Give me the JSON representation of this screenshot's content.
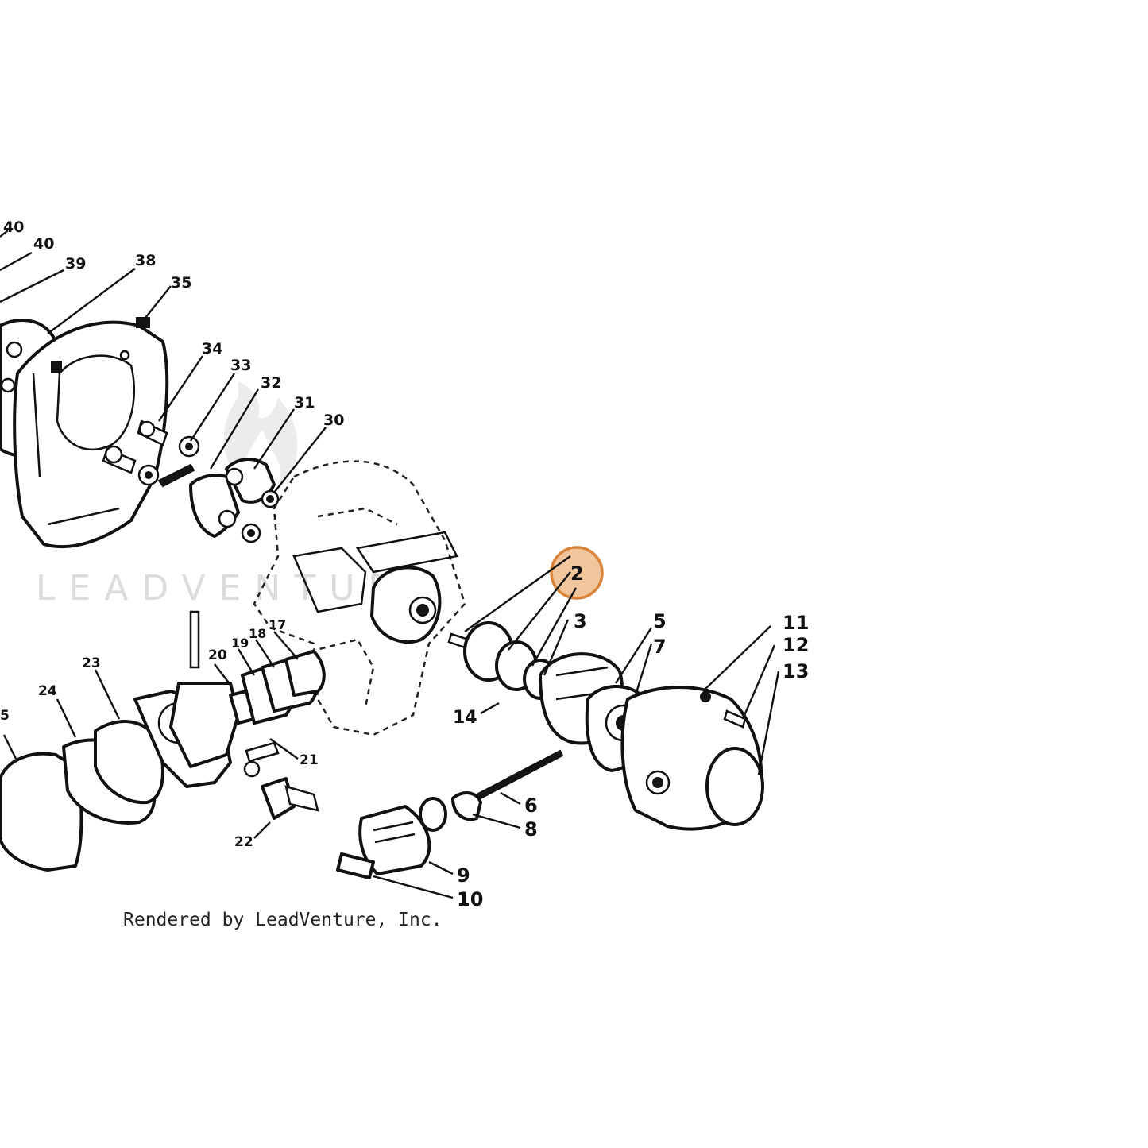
{
  "callouts": {
    "c40a": "40",
    "c40b": "40",
    "c39": "39",
    "c38": "38",
    "c35": "35",
    "c34": "34",
    "c33": "33",
    "c32": "32",
    "c31": "31",
    "c30": "30",
    "c2": "2",
    "c3": "3",
    "c5": "5",
    "c7": "7",
    "c11": "11",
    "c12": "12",
    "c13": "13",
    "c14": "14",
    "c6": "6",
    "c8": "8",
    "c9": "9",
    "c10": "10",
    "c17": "17",
    "c18": "18",
    "c19": "19",
    "c20": "20",
    "c21": "21",
    "c22": "22",
    "c23": "23",
    "c24": "24",
    "c_left": "5"
  },
  "watermark": "LEADVENTURE",
  "credit": "Rendered by LeadVenture, Inc.",
  "highlight": {
    "part": "2",
    "color": "#e8a05a"
  }
}
